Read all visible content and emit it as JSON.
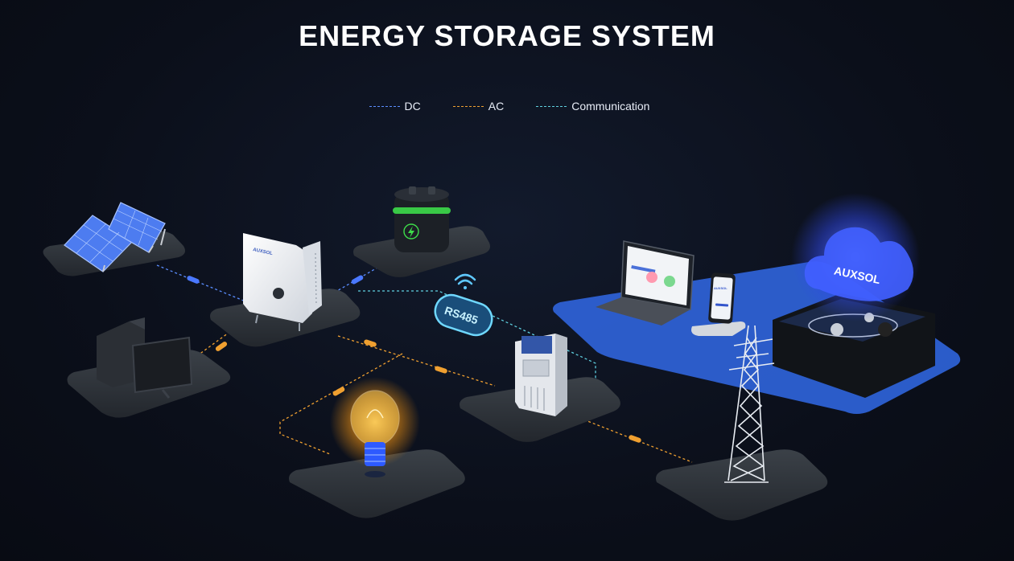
{
  "title": "ENERGY STORAGE SYSTEM",
  "legend": [
    {
      "label": "DC",
      "color": "#5a8dff"
    },
    {
      "label": "AC",
      "color": "#f0a030"
    },
    {
      "label": "Communication",
      "color": "#5fd0e0"
    }
  ],
  "inverter_brand": "AUXSOL",
  "cloud_brand": "AUXSOL",
  "phone_brand": "AUXSOL",
  "comm_badge": "RS485",
  "colors": {
    "dc": "#5a8dff",
    "ac": "#f0a030",
    "comm": "#5fd0e0",
    "platform": "#2d3238",
    "monitor_platform": "#2f63d8",
    "battery_glow": "#3ddc4a",
    "bulb_glow": "#ffb020",
    "cloud": "#3f5bff"
  }
}
